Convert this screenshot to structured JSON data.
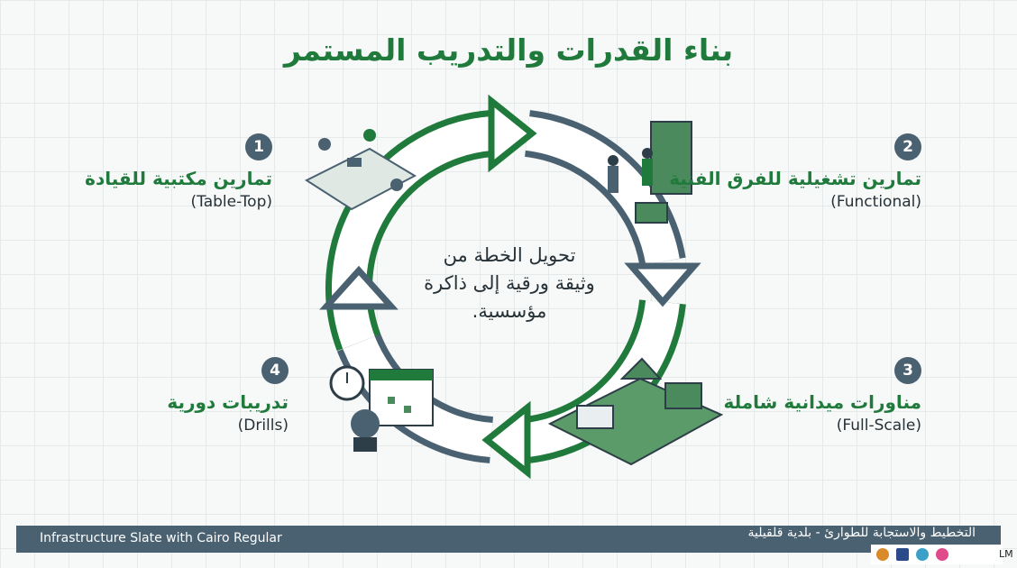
{
  "title": "بناء القدرات والتدريب المستمر",
  "center_text": "تحويل الخطة من وثيقة ورقية إلى ذاكرة مؤسسية.",
  "steps": [
    {
      "number": "1",
      "title": "تمارين مكتبية للقيادة",
      "subtitle": "(Table-Top)"
    },
    {
      "number": "2",
      "title": "تمارين تشغيلية للفرق الفنية",
      "subtitle": "(Functional)"
    },
    {
      "number": "3",
      "title": "مناورات ميدانية شاملة",
      "subtitle": "(Full-Scale)"
    },
    {
      "number": "4",
      "title": "تدريبات دورية",
      "subtitle": "(Drills)"
    }
  ],
  "footer": {
    "left": "Infrastructure Slate with Cairo Regular",
    "right": "التخطيط والاستجابة للطوارئ - بلدية قلقيلية"
  },
  "watermark": "LM",
  "colors": {
    "green": "#1f7a3c",
    "slate": "#4a6171"
  }
}
